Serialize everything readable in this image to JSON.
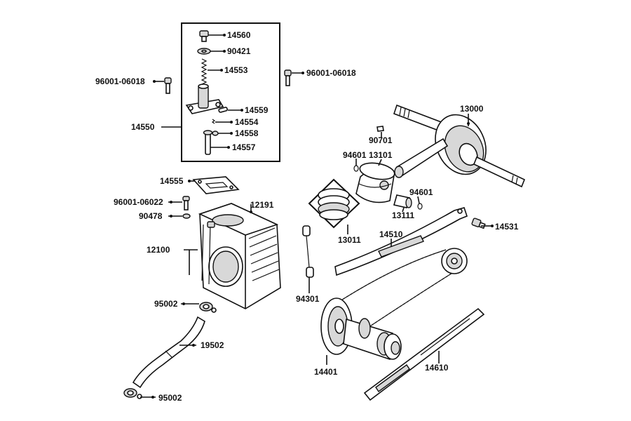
{
  "labels": {
    "p14560": "14560",
    "p90421": "90421",
    "p14553": "14553",
    "p96001a": "96001-06018",
    "p96001b": "96001-06018",
    "p14559": "14559",
    "p14554": "14554",
    "p14558": "14558",
    "p14557": "14557",
    "p14550": "14550",
    "p14555": "14555",
    "p96001c": "96001-06022",
    "p90478": "90478",
    "p12191": "12191",
    "p12100": "12100",
    "p95002a": "95002",
    "p19502": "19502",
    "p95002b": "95002",
    "p13000": "13000",
    "p90701": "90701",
    "p94601a": "94601",
    "p13101": "13101",
    "p94601b": "94601",
    "p13111": "13111",
    "p13011": "13011",
    "p14531": "14531",
    "p14510": "14510",
    "p94301": "94301",
    "p14401": "14401",
    "p14610": "14610"
  }
}
